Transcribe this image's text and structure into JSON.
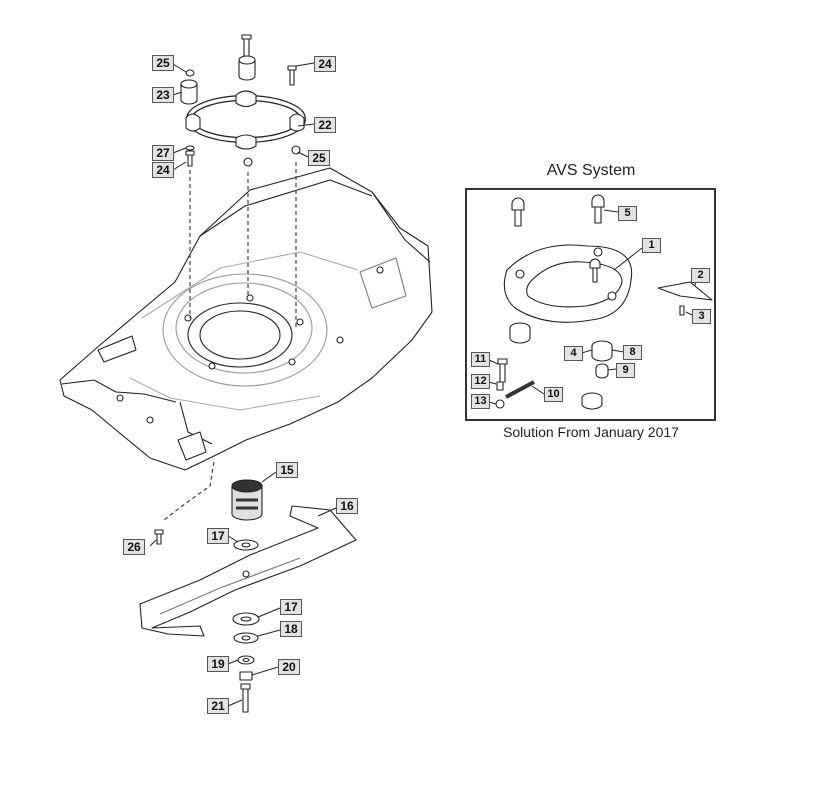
{
  "inset": {
    "title": "AVS System",
    "caption": "Solution From January 2017",
    "callouts": [
      "1",
      "2",
      "3",
      "4",
      "5",
      "8",
      "9",
      "10",
      "11",
      "12",
      "13"
    ]
  },
  "main": {
    "callouts": [
      "15",
      "16",
      "17",
      "17",
      "18",
      "19",
      "20",
      "21",
      "22",
      "23",
      "24",
      "24",
      "25",
      "25",
      "26",
      "27"
    ]
  }
}
